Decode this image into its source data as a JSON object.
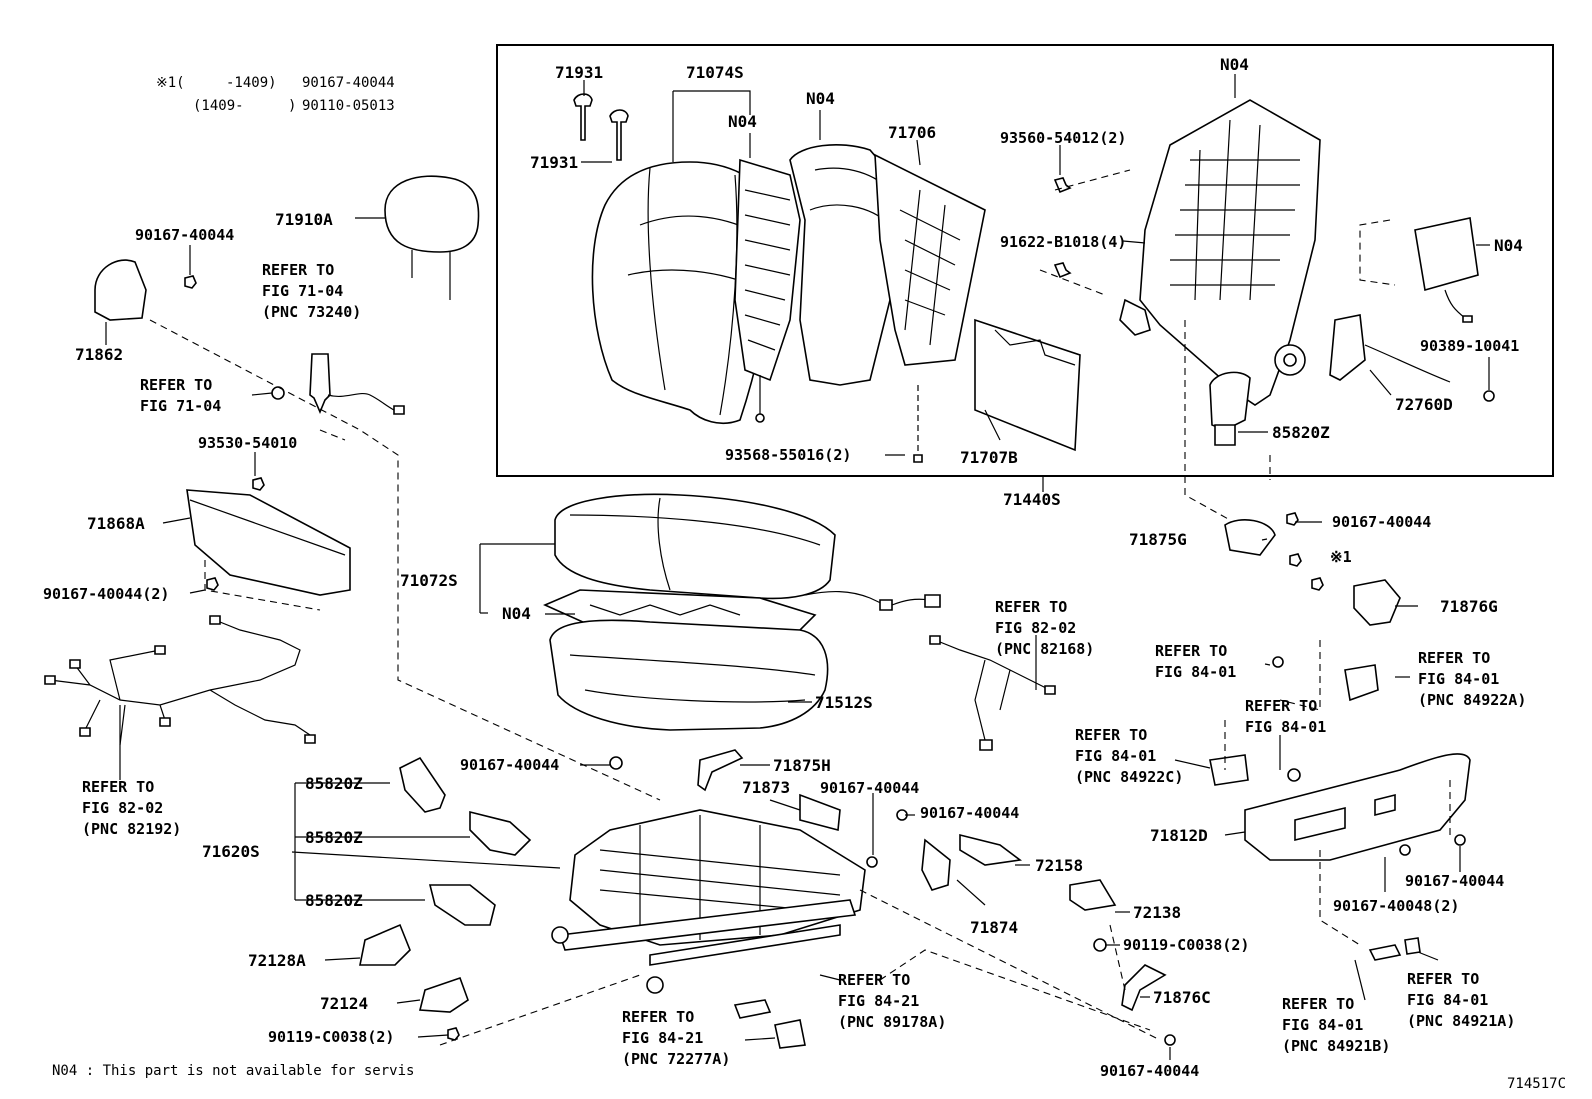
{
  "note_top": {
    "line1_prefix": "※1(",
    "line1_range": "-1409)",
    "line1_part": "90167-40044",
    "line2_range": "(1409-",
    "line2_close": ")",
    "line2_part": "90110-05013"
  },
  "labels": {
    "p71931a": "71931",
    "p71074s": "71074S",
    "n04_a": "N04",
    "n04_b": "N04",
    "p71931b": "71931",
    "p71706": "71706",
    "p93560": "93560-54012(2)",
    "n04_c": "N04",
    "p91622": "91622-B1018(4)",
    "n04_d": "N04",
    "p90389": "90389-10041",
    "p72760d": "72760D",
    "p85820z_top": "85820Z",
    "p93568": "93568-55016(2)",
    "p71707b": "71707B",
    "p71440s": "71440S",
    "p71910a": "71910A",
    "p90167_hr": "90167-40044",
    "p71862": "71862",
    "p93530": "93530-54010",
    "p71868a": "71868A",
    "p90167_2": "90167-40044(2)",
    "p71072s": "71072S",
    "n04_e": "N04",
    "p71512s": "71512S",
    "p90167_r1": "90167-40044",
    "p71875g": "71875G",
    "x1": "※1",
    "p71876g": "71876G",
    "p90167_mid": "90167-40044",
    "p71875h": "71875H",
    "p71873": "71873",
    "p90167_c1": "90167-40044",
    "p90167_c2": "90167-40044",
    "p85820z_1": "85820Z",
    "p85820z_2": "85820Z",
    "p85820z_3": "85820Z",
    "p71620s": "71620S",
    "p72158": "72158",
    "p71874": "71874",
    "p72138": "72138",
    "p90119_r": "90119-C0038(2)",
    "p71876c": "71876C",
    "p90167_bot": "90167-40044",
    "p72128a": "72128A",
    "p72124": "72124",
    "p90119_l": "90119-C0038(2)",
    "p71812d": "71812D",
    "p90167_sd1": "90167-40044",
    "p90167_sd2": "90167-40048(2)"
  },
  "refs": {
    "r1": [
      "REFER TO",
      "FIG 71-04",
      "(PNC 73240)"
    ],
    "r2": [
      "REFER TO",
      "FIG 71-04"
    ],
    "r3": [
      "REFER TO",
      "FIG 82-02",
      "(PNC 82192)"
    ],
    "r4": [
      "REFER TO",
      "FIG 82-02",
      "(PNC 82168)"
    ],
    "r5": [
      "REFER TO",
      "FIG 84-01"
    ],
    "r6": [
      "REFER TO",
      "FIG 84-01",
      "(PNC 84922A)"
    ],
    "r7": [
      "REFER TO",
      "FIG 84-01"
    ],
    "r8": [
      "REFER TO",
      "FIG 84-01",
      "(PNC 84922C)"
    ],
    "r9": [
      "REFER TO",
      "FIG 84-21",
      "(PNC 89178A)"
    ],
    "r10": [
      "REFER TO",
      "FIG 84-21",
      "(PNC 72277A)"
    ],
    "r11": [
      "REFER TO",
      "FIG 84-01",
      "(PNC 84921B)"
    ],
    "r12": [
      "REFER TO",
      "FIG 84-01",
      "(PNC 84921A)"
    ]
  },
  "footer": {
    "note": "N04 : This part is not available for servis",
    "code": "714517C"
  }
}
